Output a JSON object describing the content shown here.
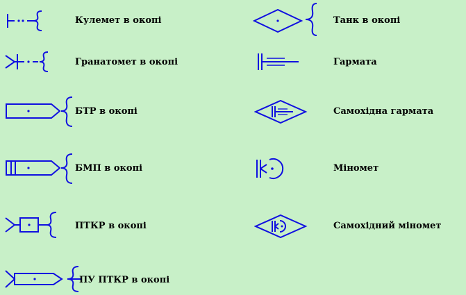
{
  "page": {
    "background": "#c8f0c8",
    "symbol_color": "#1010e0"
  },
  "legend": {
    "left": [
      {
        "label": "Кулемет в окопі",
        "icon": "machine-gun-in-trench-icon"
      },
      {
        "label": "Гранатомет в окопі",
        "icon": "grenade-launcher-in-trench-icon"
      },
      {
        "label": "БТР в окопі",
        "icon": "apc-in-trench-icon"
      },
      {
        "label": "БМП в окопі",
        "icon": "ifv-in-trench-icon"
      },
      {
        "label": "ПТКР в окопі",
        "icon": "atgm-in-trench-icon"
      },
      {
        "label": "ПУ ПТКР в окопі",
        "icon": "atgm-launcher-in-trench-icon"
      }
    ],
    "right": [
      {
        "label": "Танк в окопі",
        "icon": "tank-in-trench-icon"
      },
      {
        "label": "Гармата",
        "icon": "gun-icon"
      },
      {
        "label": "Самохідна гармата",
        "icon": "self-propelled-gun-icon"
      },
      {
        "label": "Міномет",
        "icon": "mortar-icon"
      },
      {
        "label": "Самохідний міномет",
        "icon": "self-propelled-mortar-icon"
      }
    ]
  }
}
